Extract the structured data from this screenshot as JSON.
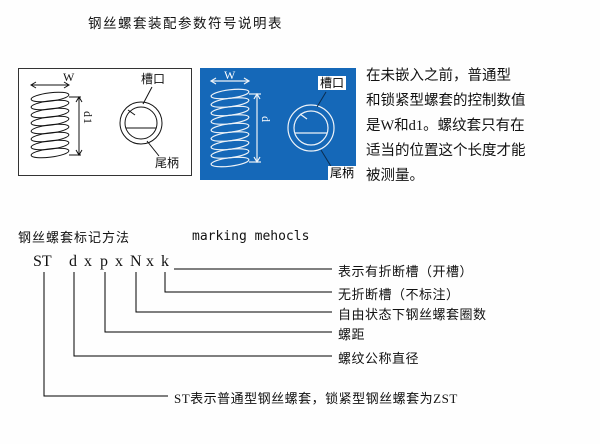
{
  "page": {
    "title": "钢丝螺套装配参数符号说明表"
  },
  "figures": {
    "left": {
      "w_label": "W",
      "d_label": "d1",
      "notch_label": "槽口",
      "tail_label": "尾柄"
    },
    "right": {
      "w_label": "W",
      "d_label": "d",
      "notch_label": "槽口",
      "tail_label": "尾柄",
      "bg_color": "#1568b8"
    }
  },
  "description": {
    "lines": [
      "在未嵌入之前，普通型",
      "和锁紧型螺套的控制数值",
      "是W和d1。螺纹套只有在",
      "适当的位置这个长度才能",
      "被测量。"
    ]
  },
  "marking": {
    "heading_cn": "钢丝螺套标记方法",
    "heading_en": "marking mehocls",
    "tokens": [
      "ST",
      "d",
      "x",
      "p",
      "x",
      "N",
      "x",
      "k"
    ],
    "annotations": [
      "表示有折断槽（开槽）",
      "无折断槽（不标注）",
      "自由状态下钢丝螺套圈数",
      "螺距",
      "螺纹公称直径",
      "ST表示普通型钢丝螺套，锁紧型钢丝螺套为ZST"
    ]
  },
  "colors": {
    "figure_bg": "#1568b8",
    "line": "#000000"
  }
}
